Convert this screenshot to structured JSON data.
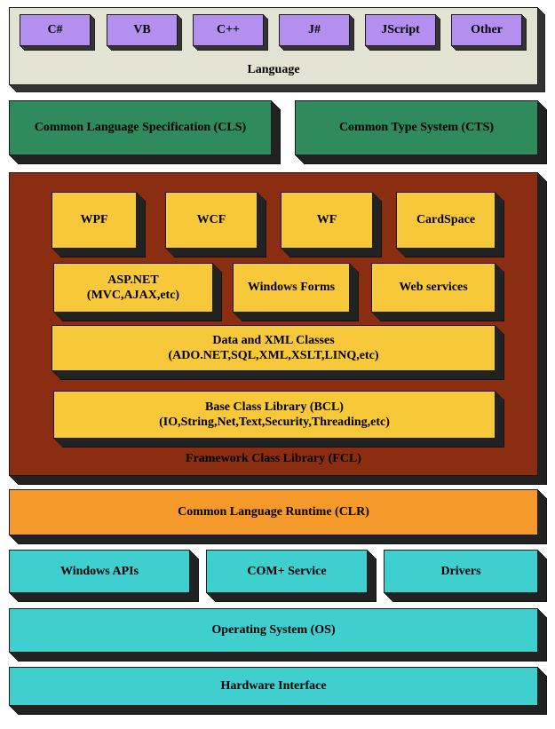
{
  "language": {
    "label": "Language",
    "items": [
      "C#",
      "VB",
      "C++",
      "J#",
      "JScript",
      "Other"
    ]
  },
  "cls": "Common Language Specification (CLS)",
  "cts": "Common Type System (CTS)",
  "fcl": {
    "label": "Framework Class Library (FCL)",
    "wpf": "WPF",
    "wcf": "WCF",
    "wf": "WF",
    "cardspace": "CardSpace",
    "aspnet_line1": "ASP.NET",
    "aspnet_line2": "(MVC,AJAX,etc)",
    "winforms": "Windows Forms",
    "webservices": "Web services",
    "data_line1": "Data and XML Classes",
    "data_line2": "(ADO.NET,SQL,XML,XSLT,LINQ,etc)",
    "bcl_line1": "Base Class Library (BCL)",
    "bcl_line2": "(IO,String,Net,Text,Security,Threading,etc)"
  },
  "clr": "Common Language Runtime (CLR)",
  "windows_apis": "Windows APIs",
  "com_service": "COM+ Service",
  "drivers": "Drivers",
  "os": "Operating System (OS)",
  "hardware": "Hardware Interface",
  "colors": {
    "language_box": "#b58ff0",
    "language_panel": "#e2e3d3",
    "green": "#2f8a5c",
    "fcl": "#8b2d11",
    "yellow": "#f7c83a",
    "clr": "#f59a2a",
    "teal": "#3fcfcf"
  }
}
